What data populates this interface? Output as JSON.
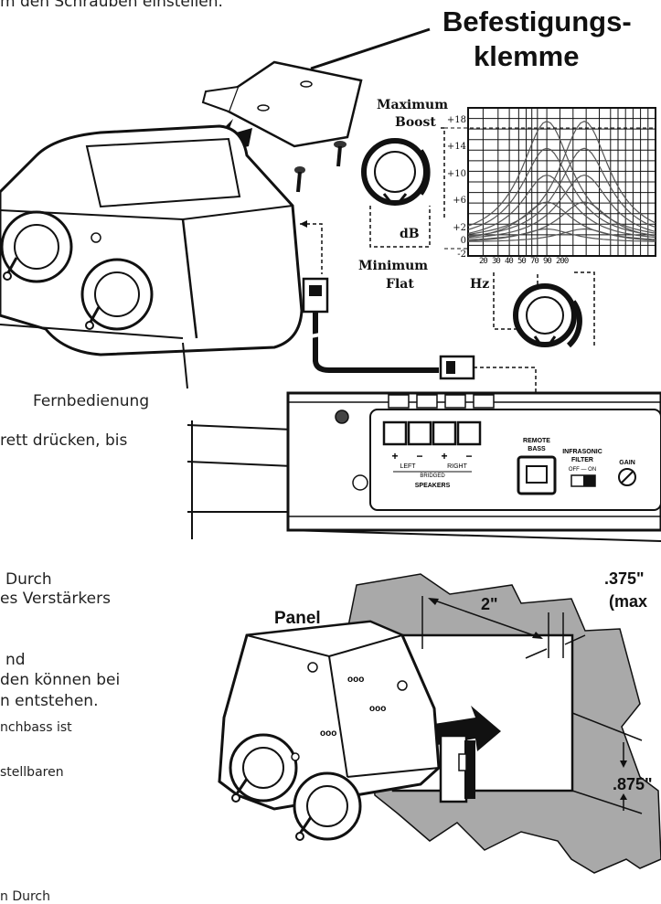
{
  "top_fragment": "m den Schrauben einstellen.",
  "title": {
    "line1": "Befestigungs-",
    "line2": "klemme"
  },
  "knob_top": {
    "max_line1": "Maximum",
    "max_line2": "Boost",
    "min_line1": "Minimum",
    "min_line2": "Flat",
    "unit": "dB"
  },
  "freq_chart": {
    "y_ticks": [
      "+18",
      "+14",
      "+10",
      "+6",
      "+2",
      "0",
      "-2"
    ],
    "x_ticks": [
      "20",
      "30",
      "40",
      "50",
      "70",
      "90",
      "200"
    ],
    "x_unit": "Hz"
  },
  "amp_panel": {
    "speaker_left": "LEFT",
    "speaker_right": "RIGHT",
    "bridged": "BRIDGED",
    "speakers": "SPEAKERS",
    "remote_line1": "REMOTE",
    "remote_line2": "BASS",
    "filter_line1": "INFRASONIC",
    "filter_line2": "FILTER",
    "filter_line3": "OFF — ON",
    "gain": "GAIN"
  },
  "panel_diagram": {
    "panel_label": "Panel",
    "dim_width": "2\"",
    "dim_thickness": ".375\"",
    "dim_thickness_note": "(max",
    "dim_height": ".875\""
  },
  "text_fragments": [
    "Fernbedienung",
    "rett drücken, bis",
    "Durch",
    "es Verstärkers",
    "nd",
    "den können bei",
    "n entstehen.",
    "nchbass ist",
    "stellbaren",
    "n Durch"
  ],
  "colors": {
    "panel_gray": "#a9a9a9",
    "ink": "#111111"
  }
}
